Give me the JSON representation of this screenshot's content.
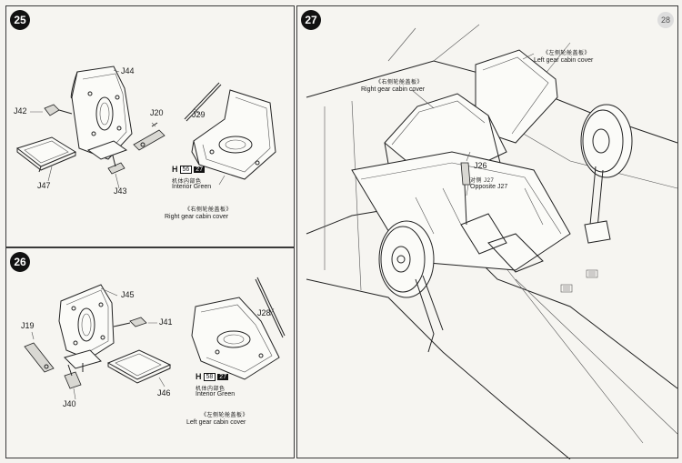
{
  "step25": {
    "number": "25",
    "parts": {
      "j44": "J44",
      "j42": "J42",
      "j20": "J20",
      "j29": "J29",
      "j47": "J47",
      "j43": "J43"
    },
    "paint": {
      "code": "H",
      "box1": "56",
      "box2": "27",
      "cn": "机体内部色",
      "en": "Interior Green"
    },
    "caption_cn": "《右侧轮舱盖板》",
    "caption_en": "Right gear cabin cover"
  },
  "step26": {
    "number": "26",
    "parts": {
      "j45": "J45",
      "j41": "J41",
      "j19": "J19",
      "j28": "J28",
      "j40": "J40",
      "j46": "J46"
    },
    "paint": {
      "code": "H",
      "box1": "58",
      "box2": "27",
      "cn": "机体内部色",
      "en": "Interior Green"
    },
    "caption_cn": "《左侧轮舱盖板》",
    "caption_en": "Left gear cabin cover"
  },
  "step27": {
    "number": "27",
    "left_cn": "《左侧轮舱盖板》",
    "left_en": "Left gear cabin cover",
    "right_cn": "《右侧轮舱盖板》",
    "right_en": "Right gear cabin cover",
    "j26": "J26",
    "opp_cn": "对侧 J27",
    "opp_en": "Opposite J27"
  },
  "page_number": "28"
}
